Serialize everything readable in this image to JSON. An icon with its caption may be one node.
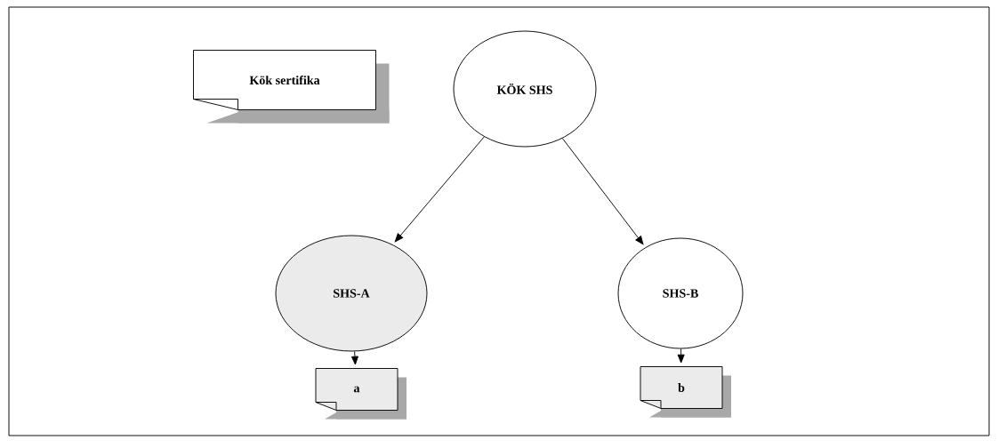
{
  "diagram": {
    "nodes": [
      {
        "text": [
          "Kök sertifika"
        ]
      },
      {
        "text": [
          "KÖK SHS"
        ]
      },
      {
        "text": [
          "SHS-A"
        ]
      },
      {
        "text": [
          "SHS-B"
        ]
      },
      {
        "text": [
          "a"
        ]
      },
      {
        "text": [
          "b"
        ]
      }
    ],
    "edges": [
      {
        "from": 1,
        "to": 2,
        "arrow": "to"
      },
      {
        "from": 1,
        "to": 3,
        "arrow": "to"
      },
      {
        "from": 2,
        "to": 4,
        "arrow": "to"
      },
      {
        "from": 3,
        "to": 5,
        "arrow": "to"
      }
    ]
  }
}
